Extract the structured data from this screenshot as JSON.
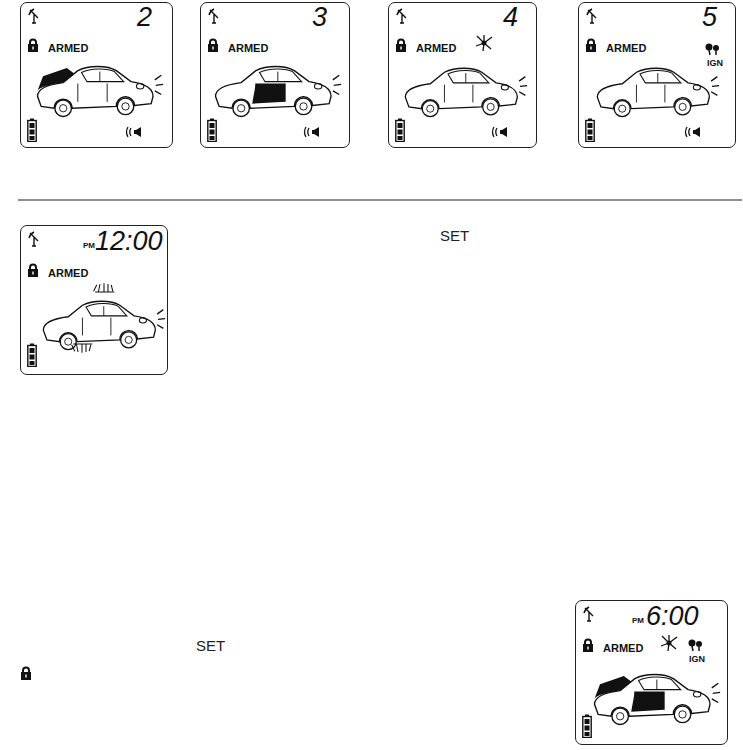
{
  "diagram": {
    "nodes": [
      {
        "text": [
          "2",
          "ARMED"
        ]
      },
      {
        "text": [
          "3",
          "ARMED"
        ]
      },
      {
        "text": [
          "4",
          "ARMED"
        ]
      },
      {
        "text": [
          "5",
          "ARMED",
          "IGN"
        ]
      },
      {
        "text": [
          "PM",
          "12:00",
          "ARMED"
        ]
      },
      {
        "text": [
          "PM",
          "6:00",
          "ARMED",
          "IGN"
        ]
      }
    ],
    "labels": [
      "SET",
      "SET"
    ]
  }
}
